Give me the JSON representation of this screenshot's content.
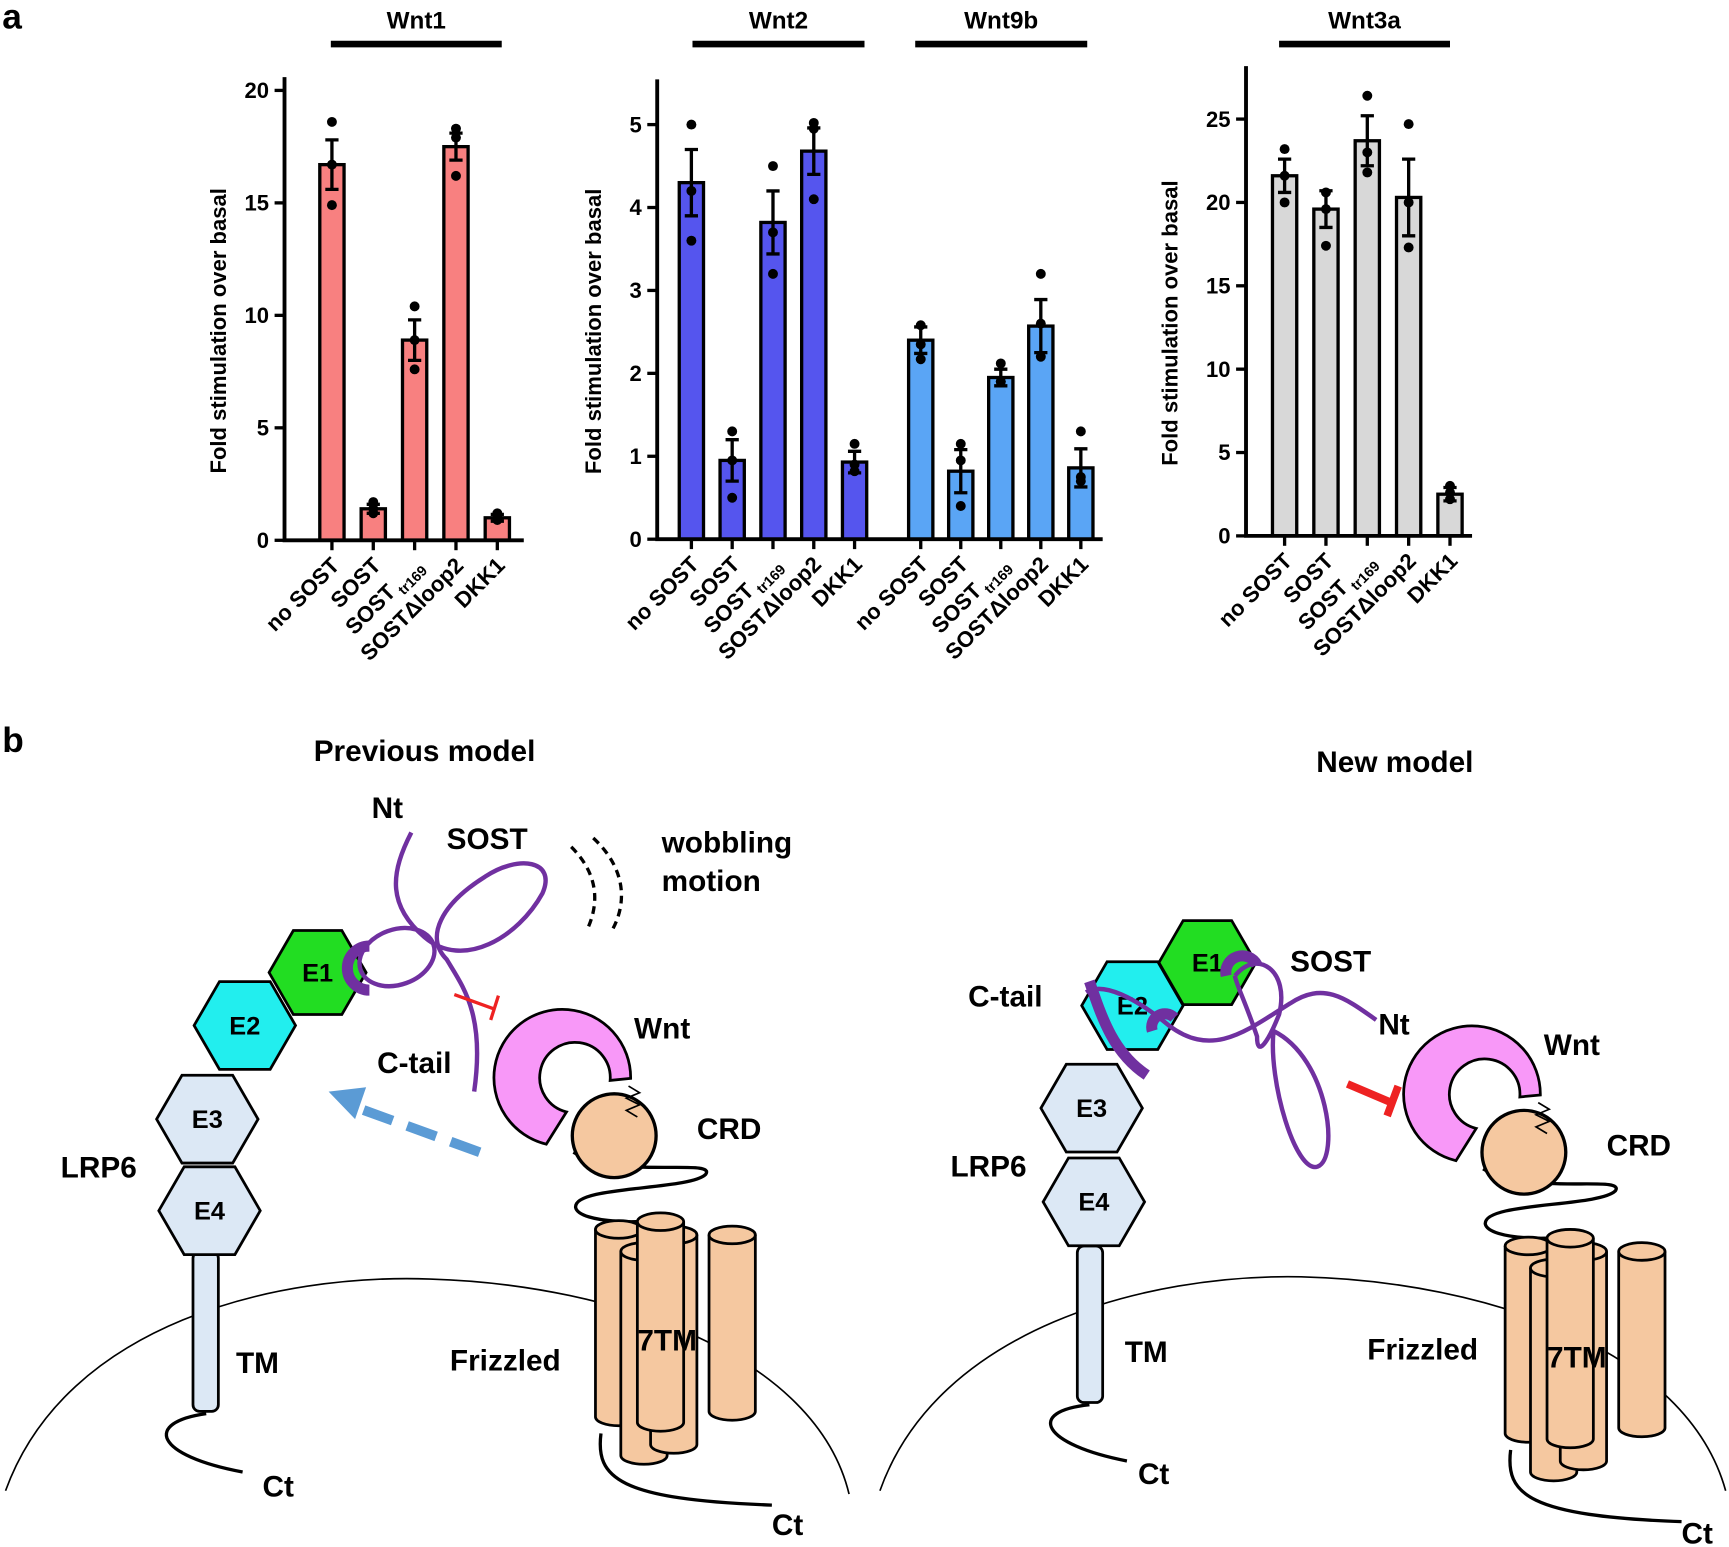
{
  "panel_labels": {
    "a": "a",
    "b": "b"
  },
  "chart_data": [
    {
      "type": "bar",
      "ylabel": "Fold stimulation over basal",
      "ylim": [
        0,
        20
      ],
      "yticks": [
        0,
        5,
        10,
        15,
        20
      ],
      "groups": [
        {
          "name": "Wnt1",
          "color": "#f88080",
          "bars": [
            {
              "label": "no SOST",
              "sub": "",
              "mean": 16.7,
              "sem": 1.1,
              "points": [
                18.6,
                16.7,
                14.9
              ]
            },
            {
              "label": "SOST",
              "sub": "",
              "mean": 1.4,
              "sem": 0.2,
              "points": [
                1.7,
                1.4,
                1.2
              ]
            },
            {
              "label": "SOST",
              "sub": "tr169",
              "mean": 8.9,
              "sem": 0.9,
              "points": [
                10.4,
                8.9,
                7.6
              ]
            },
            {
              "label": "SOSTΔloop2",
              "sub": "",
              "mean": 17.5,
              "sem": 0.6,
              "points": [
                18.3,
                17.9,
                16.2
              ]
            },
            {
              "label": "DKK1",
              "sub": "",
              "mean": 1.0,
              "sem": 0.15,
              "points": [
                1.2,
                1.0,
                0.9
              ]
            }
          ]
        }
      ]
    },
    {
      "type": "bar",
      "ylabel": "Fold stimulation over basal",
      "ylim": [
        0,
        5.5
      ],
      "yticks": [
        0,
        1,
        2,
        3,
        4,
        5
      ],
      "groups": [
        {
          "name": "Wnt2",
          "color": "#5555ee",
          "bars": [
            {
              "label": "no SOST",
              "sub": "",
              "mean": 4.3,
              "sem": 0.4,
              "points": [
                5.0,
                4.2,
                3.6
              ]
            },
            {
              "label": "SOST",
              "sub": "",
              "mean": 0.95,
              "sem": 0.25,
              "points": [
                1.3,
                0.95,
                0.5
              ]
            },
            {
              "label": "SOST",
              "sub": "tr169",
              "mean": 3.82,
              "sem": 0.38,
              "points": [
                4.5,
                3.7,
                3.2
              ]
            },
            {
              "label": "SOSTΔloop2",
              "sub": "",
              "mean": 4.68,
              "sem": 0.28,
              "points": [
                5.02,
                4.95,
                4.1
              ]
            },
            {
              "label": "DKK1",
              "sub": "",
              "mean": 0.93,
              "sem": 0.13,
              "points": [
                1.15,
                0.9,
                0.82
              ]
            }
          ]
        },
        {
          "name": "Wnt9b",
          "color": "#5aa5f5",
          "bars": [
            {
              "label": "no SOST",
              "sub": "",
              "mean": 2.4,
              "sem": 0.16,
              "points": [
                2.58,
                2.35,
                2.17
              ]
            },
            {
              "label": "SOST",
              "sub": "",
              "mean": 0.82,
              "sem": 0.26,
              "points": [
                1.15,
                0.95,
                0.4
              ]
            },
            {
              "label": "SOST",
              "sub": "tr169",
              "mean": 1.95,
              "sem": 0.1,
              "points": [
                2.12,
                1.9,
                1.9
              ]
            },
            {
              "label": "SOSTΔloop2",
              "sub": "",
              "mean": 2.57,
              "sem": 0.32,
              "points": [
                3.2,
                2.6,
                2.2
              ]
            },
            {
              "label": "DKK1",
              "sub": "",
              "mean": 0.86,
              "sem": 0.23,
              "points": [
                1.3,
                0.75,
                0.7
              ]
            }
          ]
        }
      ]
    },
    {
      "type": "bar",
      "ylabel": "Fold stimulation over basal",
      "ylim": [
        0,
        28
      ],
      "yticks": [
        0,
        5,
        10,
        15,
        20,
        25
      ],
      "groups": [
        {
          "name": "Wnt3a",
          "color": "#d8d8d8",
          "bars": [
            {
              "label": "no SOST",
              "sub": "",
              "mean": 21.6,
              "sem": 1.0,
              "points": [
                23.2,
                21.6,
                20.0
              ]
            },
            {
              "label": "SOST",
              "sub": "",
              "mean": 19.6,
              "sem": 1.1,
              "points": [
                20.6,
                19.6,
                17.4
              ]
            },
            {
              "label": "SOST",
              "sub": "tr169",
              "mean": 23.7,
              "sem": 1.5,
              "points": [
                26.4,
                23.0,
                21.8
              ]
            },
            {
              "label": "SOSTΔloop2",
              "sub": "",
              "mean": 20.3,
              "sem": 2.3,
              "points": [
                24.7,
                20.0,
                17.3
              ]
            },
            {
              "label": "DKK1",
              "sub": "",
              "mean": 2.5,
              "sem": 0.4,
              "points": [
                3.0,
                2.6,
                2.2
              ]
            }
          ]
        }
      ]
    }
  ],
  "previous_model": {
    "title": "Previous model",
    "nt": "Nt",
    "sost": "SOST",
    "wobbling1": "wobbling",
    "wobbling2": "motion",
    "e1": "E1",
    "e2": "E2",
    "e3": "E3",
    "e4": "E4",
    "ctail": "C-tail",
    "wnt": "Wnt",
    "crd": "CRD",
    "lrp6": "LRP6",
    "tm": "TM",
    "frizzled": "Frizzled",
    "seven_tm": "7TM",
    "ct1": "Ct",
    "ct2": "Ct"
  },
  "new_model": {
    "title": "New model",
    "nt": "Nt",
    "sost": "SOST",
    "e1": "E1",
    "e2": "E2",
    "e3": "E3",
    "e4": "E4",
    "ctail": "C-tail",
    "wnt": "Wnt",
    "crd": "CRD",
    "lrp6": "LRP6",
    "tm": "TM",
    "frizzled": "Frizzled",
    "seven_tm": "7TM",
    "ct1": "Ct",
    "ct2": "Ct"
  },
  "colors": {
    "e1": "#22dd22",
    "e2": "#22eeee",
    "e34": "#dce8f5",
    "sost": "#7030a0",
    "wnt": "#f898f8",
    "crd": "#f5c8a0",
    "inhibit": "#ee2222",
    "arrow": "#5b9bd5"
  }
}
